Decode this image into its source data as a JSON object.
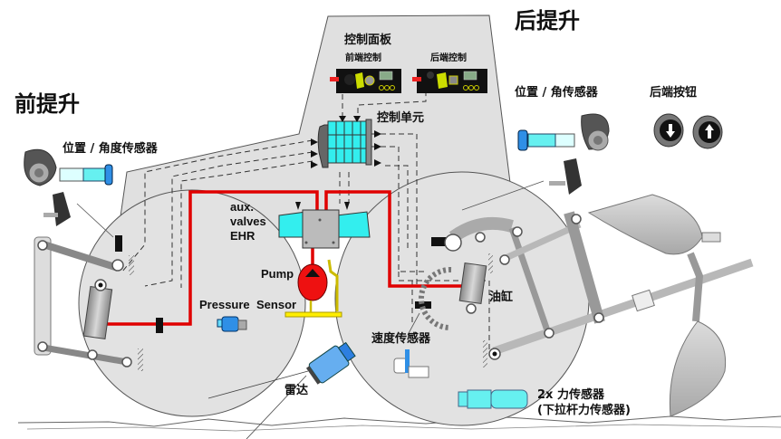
{
  "title": "Tractor Electronic Hitch Control (EHR) System Diagram",
  "labels": {
    "front_hitch": "前提升",
    "rear_hitch": "后提升",
    "control_panel": "控制面板",
    "front_control": "前端控制",
    "rear_control": "后端控制",
    "control_unit": "控制单元",
    "front_position_sensor": "位置 / 角度传感器",
    "rear_position_sensor": "位置 / 角传感器",
    "rear_buttons": "后端按钮",
    "aux_valves_line1": "aux.",
    "aux_valves_line2": "valves",
    "aux_valves_line3": "EHR",
    "pump": "Pump",
    "pressure_sensor_1": "Pressure",
    "pressure_sensor_2": "Sensor",
    "cylinder": "油缸",
    "speed_sensor": "速度传感器",
    "radar": "雷达",
    "force_sensor_line1": "2x 力传感器",
    "force_sensor_line2": "(下拉杆力传感器)"
  },
  "colors": {
    "hydraulic_line": "#e00000",
    "body_fill": "#e0e0e0",
    "sensor_cyan": "#66f0f0",
    "sensor_blue": "#2f8fe6",
    "tank_yellow": "#ffee00",
    "pump_red": "#ee1111"
  }
}
